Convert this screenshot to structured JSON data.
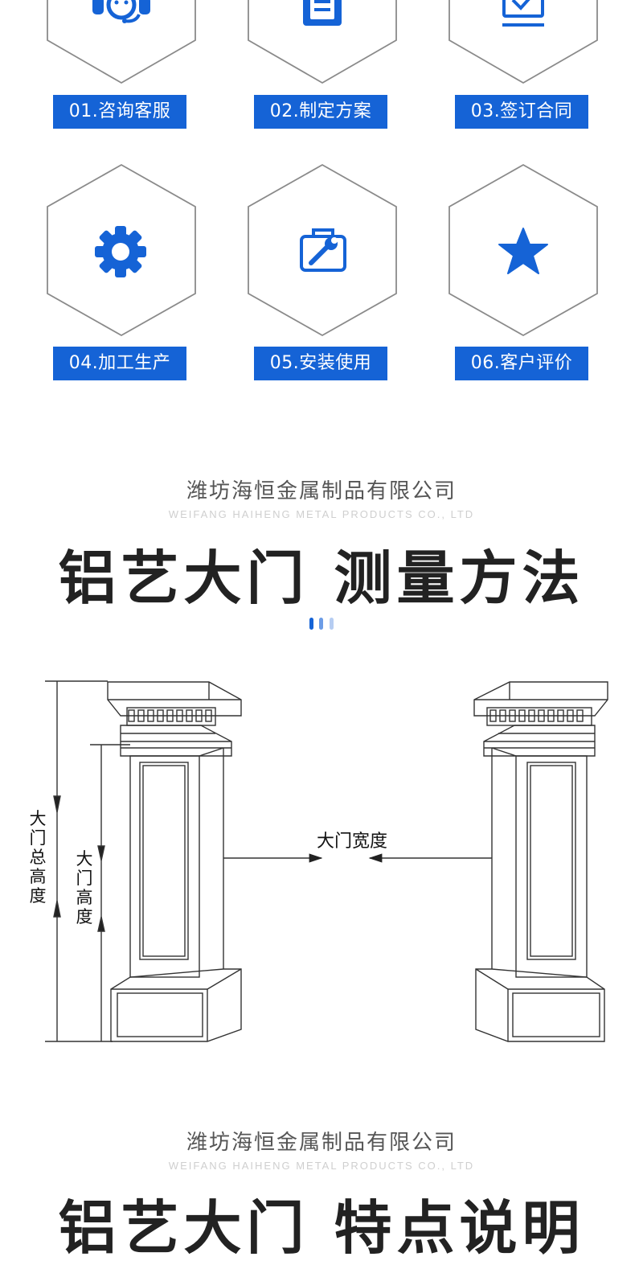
{
  "steps": [
    {
      "label": "01.咨询客服",
      "icon": "customer-service-icon"
    },
    {
      "label": "02.制定方案",
      "icon": "document-icon"
    },
    {
      "label": "03.签订合同",
      "icon": "contract-check-icon"
    },
    {
      "label": "04.加工生产",
      "icon": "gear-icon"
    },
    {
      "label": "05.安装使用",
      "icon": "wrench-toolbox-icon"
    },
    {
      "label": "06.客户评价",
      "icon": "star-icon"
    }
  ],
  "section1": {
    "company_cn": "潍坊海恒金属制品有限公司",
    "company_en": "WEIFANG HAIHENG METAL PRODUCTS CO., LTD",
    "title": "铝艺大门 测量方法"
  },
  "diagram": {
    "total_height_label": "大门总高度",
    "gate_height_label": "大门高度",
    "width_label": "大门宽度"
  },
  "section2": {
    "company_cn": "潍坊海恒金属制品有限公司",
    "company_en": "WEIFANG HAIHENG METAL PRODUCTS CO., LTD",
    "title": "铝艺大门 特点说明"
  },
  "colors": {
    "accent": "#1563d6",
    "hex_stroke": "#8a8a8a",
    "dot_colors": [
      "#1563d6",
      "#6c9ce6",
      "#b6cdf2"
    ]
  }
}
